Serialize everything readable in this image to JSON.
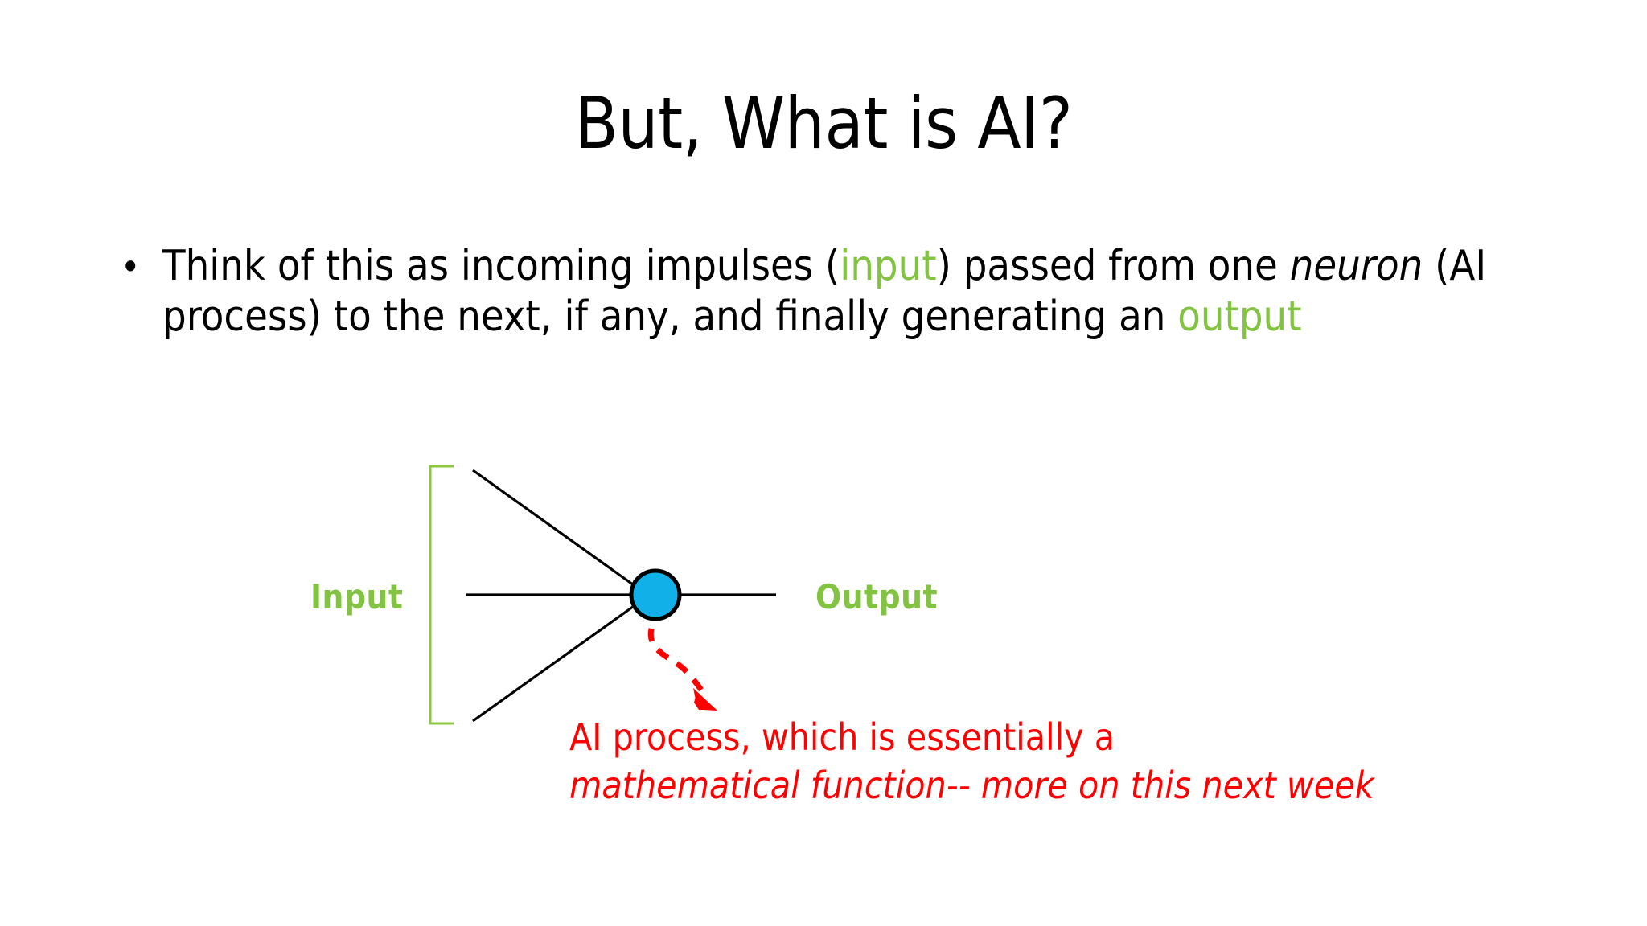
{
  "slide": {
    "title": "But, What is AI?",
    "background_color": "#FFFFFF"
  },
  "colors": {
    "accent_green": "#82C341",
    "annotation_red": "#FF0000",
    "neuron_blue": "#12B0E8",
    "neuron_outline": "#000000",
    "text_black": "#000000"
  },
  "body": {
    "bullet_marker": "•",
    "line1": {
      "part1": "Think of this as incoming impulses (",
      "green1": "input",
      "part2": ") passed from one ",
      "italic1": "neuron",
      "part3": " (AI"
    },
    "line2": {
      "part1": "process) to the next, if any, and finally generating an ",
      "green1": "output"
    }
  },
  "diagram": {
    "input_label": "Input",
    "output_label": "Output",
    "bracket_name": "input-group-bracket",
    "neuron_name": "neuron-node",
    "input_line_count": 3,
    "output_line_count": 1,
    "pointer_name": "red-dashed-arrow"
  },
  "annotation": {
    "line1": "AI process, which is essentially a",
    "line2": "mathematical function-- more on this next week"
  }
}
